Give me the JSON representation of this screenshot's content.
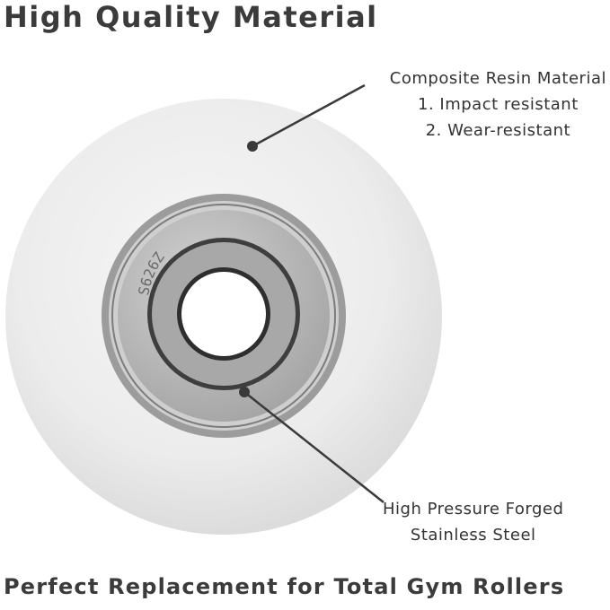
{
  "header": {
    "title": "High Quality Material"
  },
  "product": {
    "bearing_marking": "S626Z",
    "colors": {
      "wheel": "#ececec",
      "wheel_shadow": "#d9d9d9",
      "bearing_outer": "#8c8c8c",
      "bearing_race": "#b9b9b9",
      "bearing_inner": "#9a9a9a",
      "callout_line": "#3a3a3a"
    }
  },
  "callouts": {
    "material": {
      "heading": "Composite Resin Material",
      "items": [
        "1. Impact resistant",
        "2. Wear-resistant"
      ]
    },
    "bearing": {
      "line1": "High Pressure Forged",
      "line2": "Stainless Steel"
    }
  },
  "footer": {
    "tagline": "Perfect Replacement for Total Gym Rollers"
  }
}
